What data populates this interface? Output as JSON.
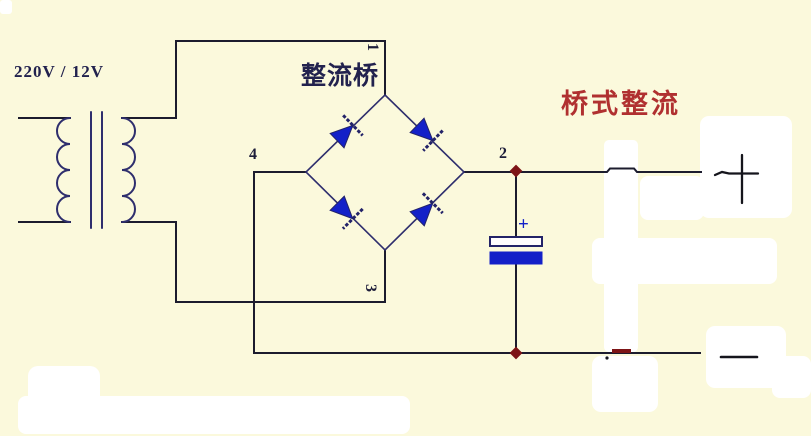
{
  "diagram": {
    "transformer_ratio_label": "220V / 12V",
    "bridge_label": "整流桥",
    "title_label": "桥式整流",
    "terminals": {
      "t1": "1",
      "t2": "2",
      "t3": "3",
      "t4": "4"
    },
    "capacitor_plus_label": "+",
    "icons": {
      "positive_terminal": "plus-symbol",
      "negative_terminal": "minus-symbol",
      "junction": "junction-dot"
    },
    "colors": {
      "background": "#fbf9dc",
      "wire": "#1c1c2e",
      "component_navy": "#2e2e6d",
      "diode_blue": "#1320c8",
      "junction_red": "#7d1416",
      "title_red": "#b03030",
      "erasure_white": "#ffffff"
    }
  }
}
